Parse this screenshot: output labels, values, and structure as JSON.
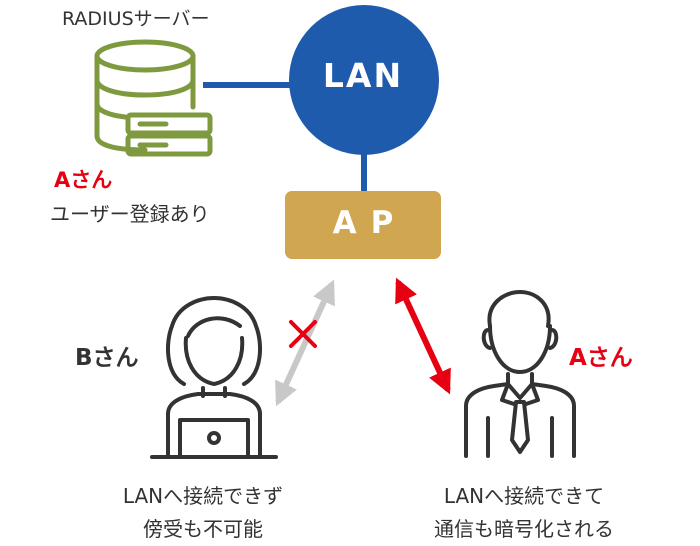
{
  "colors": {
    "lan": "#1e5bac",
    "ap": "#d1a651",
    "server": "#7f9a3e",
    "alert": "#e60012",
    "blocked": "#c8c8c8",
    "person": "#333333"
  },
  "server": {
    "title": "RADIUSサーバー",
    "icon": "server-icon",
    "user_label": "Aさん",
    "note": "ユーザー登録あり"
  },
  "lan": {
    "label": "LAN"
  },
  "ap": {
    "label": "AP"
  },
  "person_b": {
    "icon": "woman-laptop-icon",
    "name": "Bさん",
    "caption_line1": "LANへ接続できず",
    "caption_line2": "傍受も不可能"
  },
  "person_a": {
    "icon": "businessman-icon",
    "name": "Aさん",
    "caption_line1": "LANへ接続できて",
    "caption_line2": "通信も暗号化される"
  },
  "links": {
    "blocked_marker_icon": "x-mark-icon"
  }
}
